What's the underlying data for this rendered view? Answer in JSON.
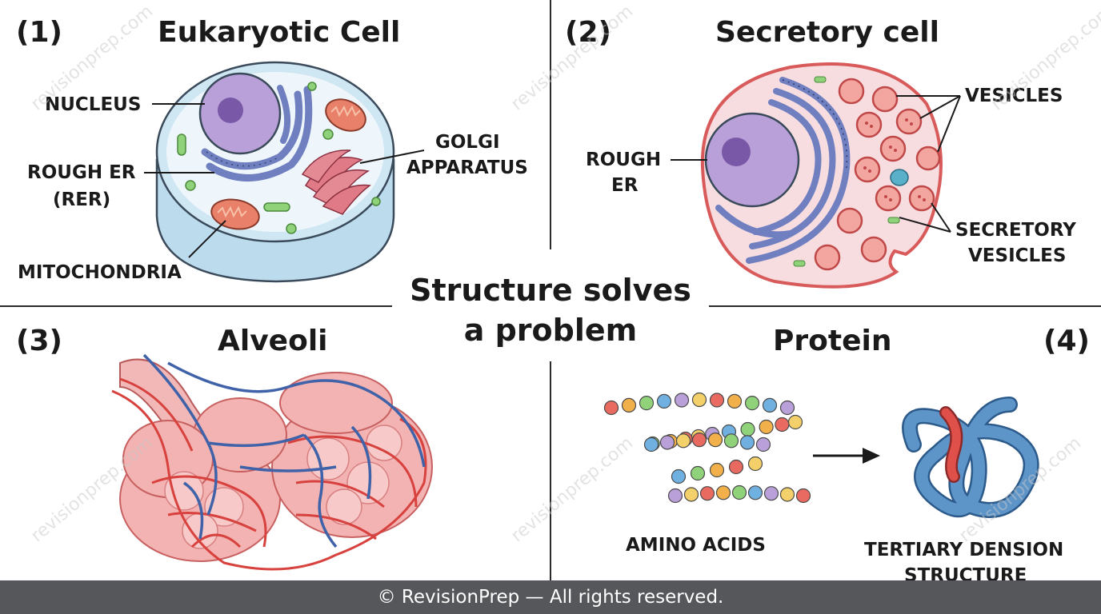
{
  "panels": {
    "p1": {
      "number": "(1)",
      "title": "Eukaryotic Cell",
      "labels": {
        "nucleus": "NUCLEUS",
        "rer_line1": "ROUGH ER",
        "rer_line2": "(RER)",
        "mito": "MITOCHONDRIA",
        "golgi_line1": "GOLGI",
        "golgi_line2": "APPARATUS"
      }
    },
    "p2": {
      "number": "(2)",
      "title": "Secretory cell",
      "labels": {
        "rer_line1": "ROUGH",
        "rer_line2": "ER",
        "vesicles": "VESICLES",
        "sec_line1": "SECRETORY",
        "sec_line2": "VESICLES"
      }
    },
    "p3": {
      "number": "(3)",
      "title": "Alveoli"
    },
    "p4": {
      "number": "(4)",
      "title": "Protein",
      "labels": {
        "amino": "AMINO ACIDS",
        "tert_line1": "TERTIARY DENSION",
        "tert_line2": "STRUCTURE"
      }
    }
  },
  "center": {
    "line1": "Structure solves",
    "line2": "a problem"
  },
  "footer": {
    "text": "© RevisionPrep — All rights reserved."
  },
  "watermark": "revisionprep.com",
  "colors": {
    "nucleus": "#b9a0d8",
    "er": "#6f7fc0",
    "golgi": "#e07a86",
    "mito": "#e8806a",
    "cytoplasm": "#f7dde0",
    "membrane": "#e07070",
    "cell_blue": "#cfe6f3",
    "vein": "#3f62a8",
    "artery": "#d8423e",
    "protein": "#5e95c9",
    "footer_bg": "#55575b"
  }
}
